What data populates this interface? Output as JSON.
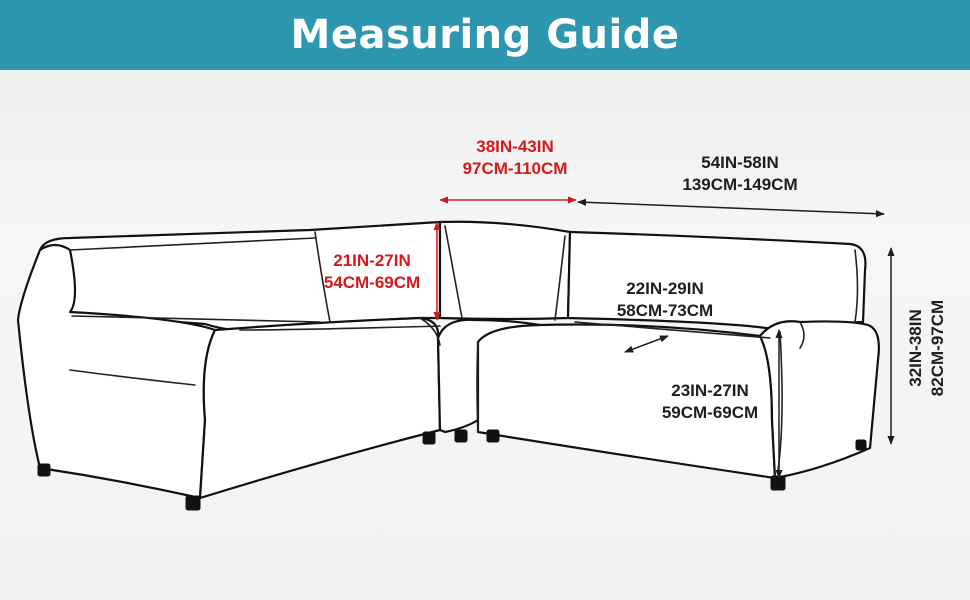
{
  "banner": {
    "title": "Measuring Guide"
  },
  "measurements": {
    "corner_width": {
      "line1": "38IN-43IN",
      "line2": "97CM-110CM"
    },
    "side_length": {
      "line1": "54IN-58IN",
      "line2": "139CM-149CM"
    },
    "back_height": {
      "line1": "21IN-27IN",
      "line2": "54CM-69CM"
    },
    "seat_depth": {
      "line1": "22IN-29IN",
      "line2": "58CM-73CM"
    },
    "arm_height": {
      "line1": "23IN-27IN",
      "line2": "59CM-69CM"
    },
    "total_height": {
      "line1": "32IN-38IN",
      "line2": "82CM-97CM"
    }
  },
  "colors": {
    "banner": "#2e97b0",
    "accent": "#d3191c",
    "text": "#1e1e1e"
  }
}
